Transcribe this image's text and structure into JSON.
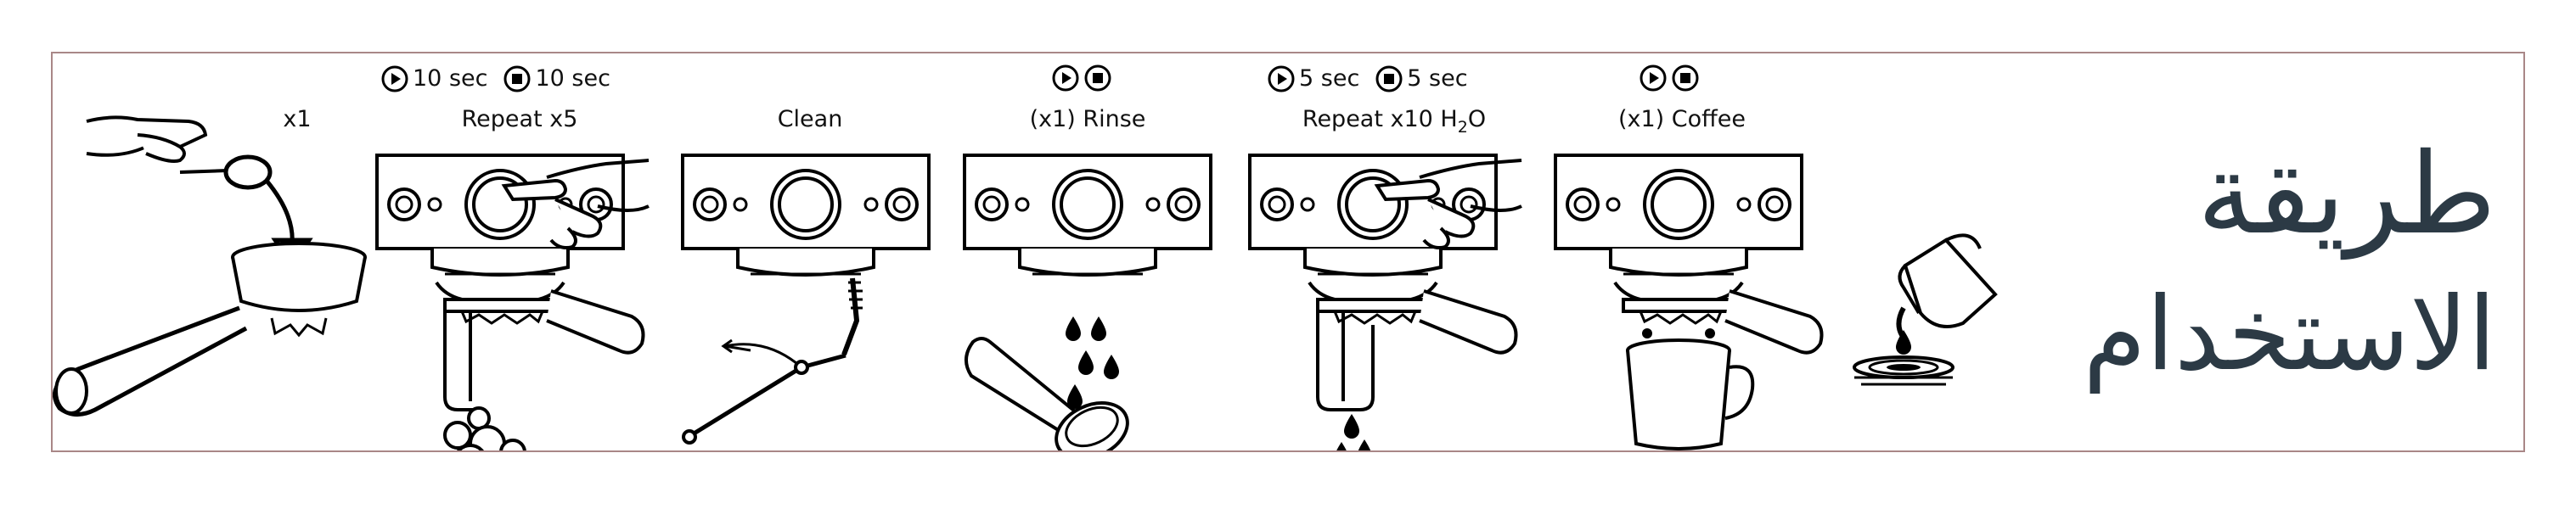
{
  "title": {
    "line1": "طريقة",
    "line2": "الاستخدام",
    "color": "#2c3a45"
  },
  "frame_color": "#a98787",
  "steps": [
    {
      "label": "x1"
    },
    {
      "time_play": "10 sec",
      "time_stop": "10 sec",
      "label": "Repeat x5"
    },
    {
      "label": "Clean"
    },
    {
      "label": "(x1) Rinse"
    },
    {
      "time_play": "5 sec",
      "time_stop": "5 sec",
      "label_prefix": "Repeat x10 H",
      "label_sub": "2",
      "label_suffix": "O"
    },
    {
      "label": "(x1) Coffee"
    }
  ],
  "icons": [
    "play-button-icon",
    "stop-button-icon"
  ]
}
